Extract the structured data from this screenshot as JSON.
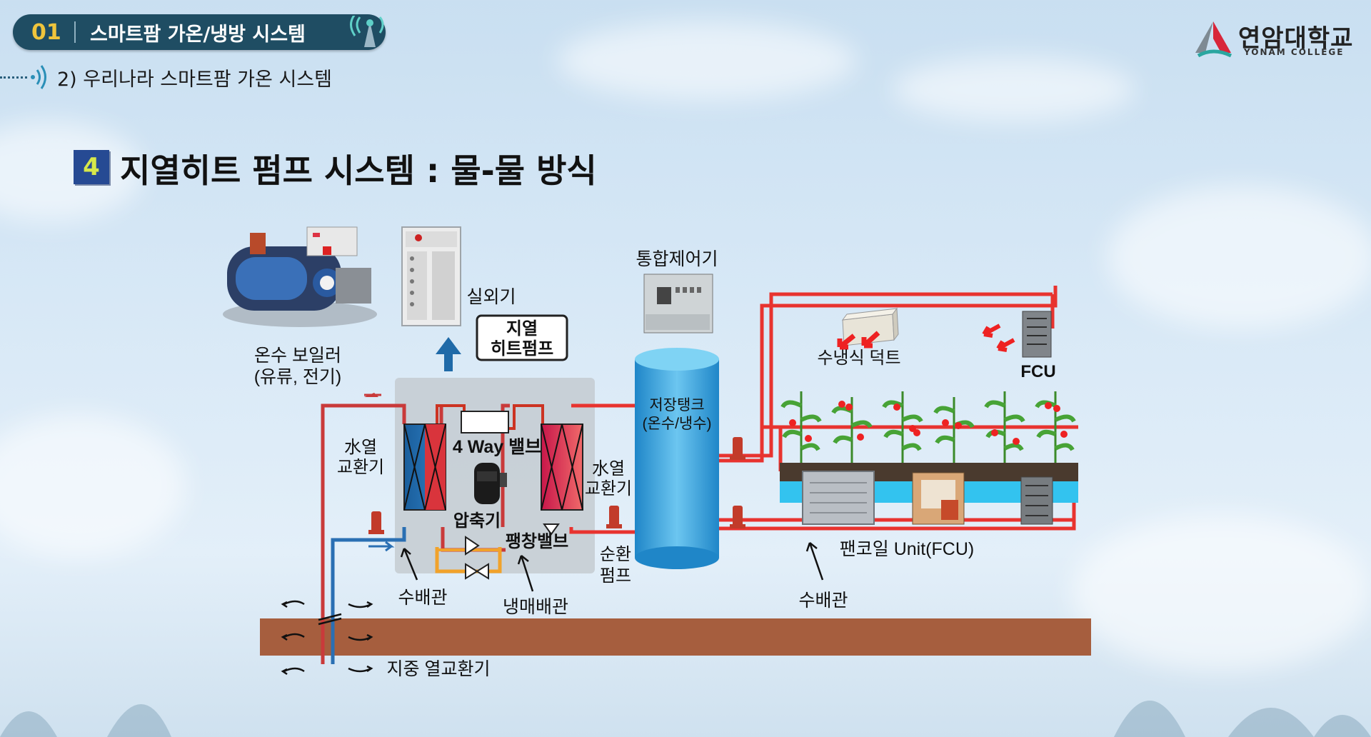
{
  "header": {
    "chapter_number": "01",
    "chapter_title": "스마트팜 가온/냉방 시스템",
    "subtitle": "2) 우리나라 스마트팜 가온 시스템"
  },
  "logo": {
    "name": "연암대학교",
    "sub": "YONAM COLLEGE"
  },
  "section": {
    "number": "4",
    "title": "지열히트 펌프 시스템 : 물-물 방식"
  },
  "diagram": {
    "boiler_label_1": "온수 보일러",
    "boiler_label_2": "(유류, 전기)",
    "outdoor_unit_label": "실외기",
    "geo_heatpump_1": "지열",
    "geo_heatpump_2": "히트펌프",
    "controller_label": "통합제어기",
    "tank_label_1": "저장탱크",
    "tank_label_2": "(온수/냉수)",
    "hx_left_1": "水열",
    "hx_left_2": "교환기",
    "hx_right_1": "水열",
    "hx_right_2": "교환기",
    "four_way_valve": "4 Way 밸브",
    "compressor": "압축기",
    "expansion_valve": "팽창밸브",
    "circ_pump_1": "순환",
    "circ_pump_2": "펌프",
    "water_pipe_left": "수배관",
    "refrigerant_pipe": "냉매배관",
    "water_pipe_right": "수배관",
    "ground_hx": "지중 열교환기",
    "duct_label": "수냉식 덕트",
    "fcu_label": "FCU",
    "fancoil_label": "팬코일 Unit(FCU)"
  },
  "colors": {
    "hot_pipe": "#e8332f",
    "cold_pipe": "#2a6fb3",
    "ground": "#a65e3e",
    "refrigerant": "#f1a22a",
    "tank": "#3b9fd6"
  }
}
